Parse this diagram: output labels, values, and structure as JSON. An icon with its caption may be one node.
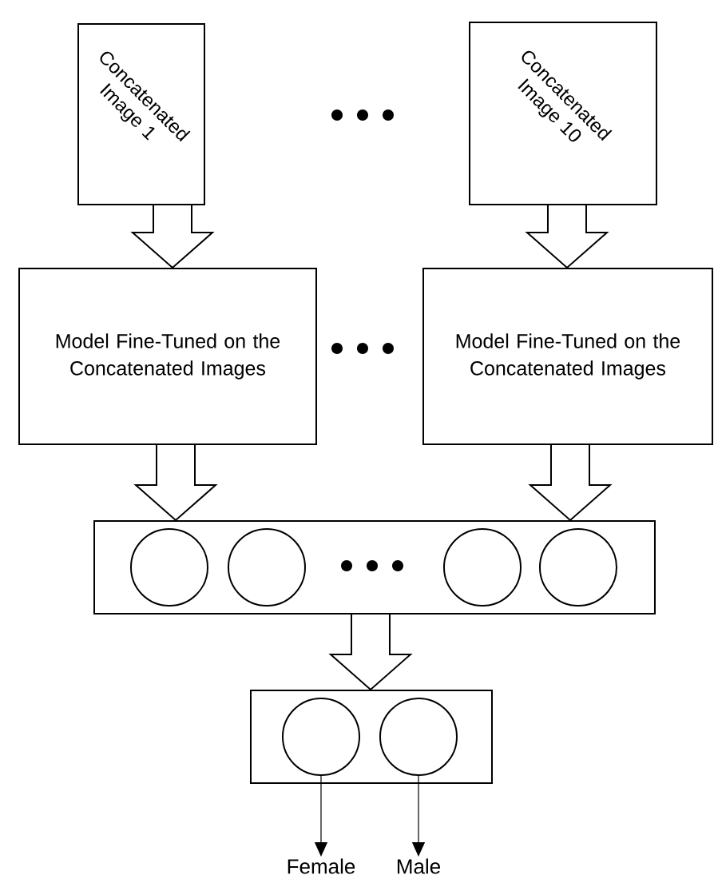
{
  "diagram": {
    "nodes": [
      {
        "text": [
          "Concatenated Image 1"
        ]
      },
      {
        "text": [
          "Concatenated Image 10"
        ]
      },
      {
        "text": [
          "Model Fine-Tuned on the Concatenated Images"
        ]
      },
      {
        "text": [
          "Model Fine-Tuned on the Concatenated Images"
        ]
      },
      {
        "text": [],
        "shape": "box"
      },
      {
        "text": [],
        "shape": "circle",
        "in": 4
      },
      {
        "text": [],
        "shape": "circle",
        "in": 4
      },
      {
        "text": [],
        "shape": "circle",
        "in": 4
      },
      {
        "text": [],
        "shape": "circle",
        "in": 4
      },
      {
        "text": [],
        "shape": "box"
      },
      {
        "text": [],
        "shape": "circle",
        "in": 9
      },
      {
        "text": [],
        "shape": "circle",
        "in": 9
      },
      {
        "text": [
          "Female"
        ]
      },
      {
        "text": [
          "Male"
        ]
      }
    ],
    "edges": [
      {
        "from": 0,
        "to": 2,
        "arrow": "to",
        "style": "thick"
      },
      {
        "from": 1,
        "to": 3,
        "arrow": "to",
        "style": "thick"
      },
      {
        "from": 2,
        "to": 4,
        "arrow": "to",
        "style": "thick"
      },
      {
        "from": 3,
        "to": 4,
        "arrow": "to",
        "style": "thick"
      },
      {
        "from": 4,
        "to": 9,
        "arrow": "to",
        "style": "thick"
      },
      {
        "from": 10,
        "to": 12,
        "arrow": "to"
      },
      {
        "from": 11,
        "to": 13,
        "arrow": "to"
      }
    ]
  }
}
